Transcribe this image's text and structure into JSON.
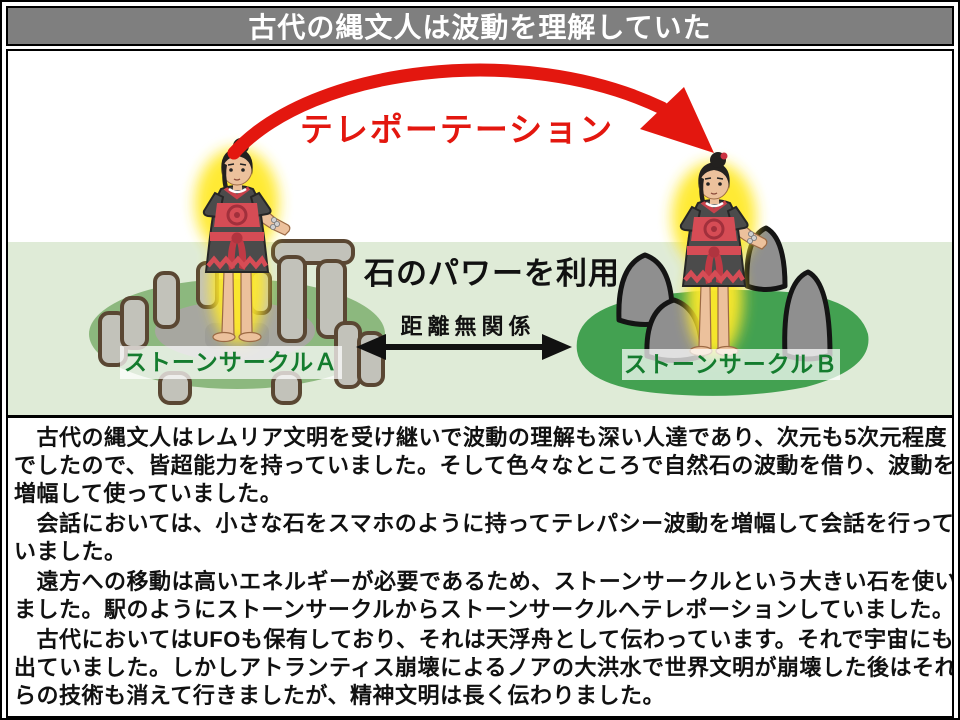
{
  "slide": {
    "title": "古代の縄文人は波動を理解していた",
    "title_bar_color": "#7f7f7f"
  },
  "illustration": {
    "teleportation_label": "テレポーテーション",
    "stone_power_label": "石のパワーを利用",
    "distance_label": "距離無関係",
    "stone_circle_a_label": "ストーンサークルＡ",
    "stone_circle_b_label": "ストーンサークルＢ",
    "colors": {
      "arrow_red": "#e3170f",
      "label_green": "#147c2e",
      "ground_band_green": "#dfebd7",
      "grass_green": "#8cb87e",
      "mound_green": "#43a151",
      "aura_yellow": "#ffe92a",
      "stone_gray": "#c2c2ba",
      "boulder_gray": "#8f8f8f"
    }
  },
  "body": {
    "paragraphs": [
      "　古代の縄文人はレムリア文明を受け継いで波動の理解も深い人達であり、次元も5次元程度\nでしたので、皆超能力を持っていました。そして色々なところで自然石の波動を借り、波動を\n増幅して使っていました。",
      "　会話においては、小さな石をスマホのように持ってテレパシー波動を増幅して会話を行って\nいました。",
      "　遠方への移動は高いエネルギーが必要であるため、ストーンサークルという大きい石を使い\nました。駅のようにストーンサークルからストーンサークルへテレポーションしていました。",
      "　古代においてはUFOも保有しており、それは天浮舟として伝わっています。それで宇宙にも\n出ていました。しかしアトランティス崩壊によるノアの大洪水で世界文明が崩壊した後はそれ\nらの技術も消えて行きましたが、精神文明は長く伝わりました。"
    ]
  }
}
